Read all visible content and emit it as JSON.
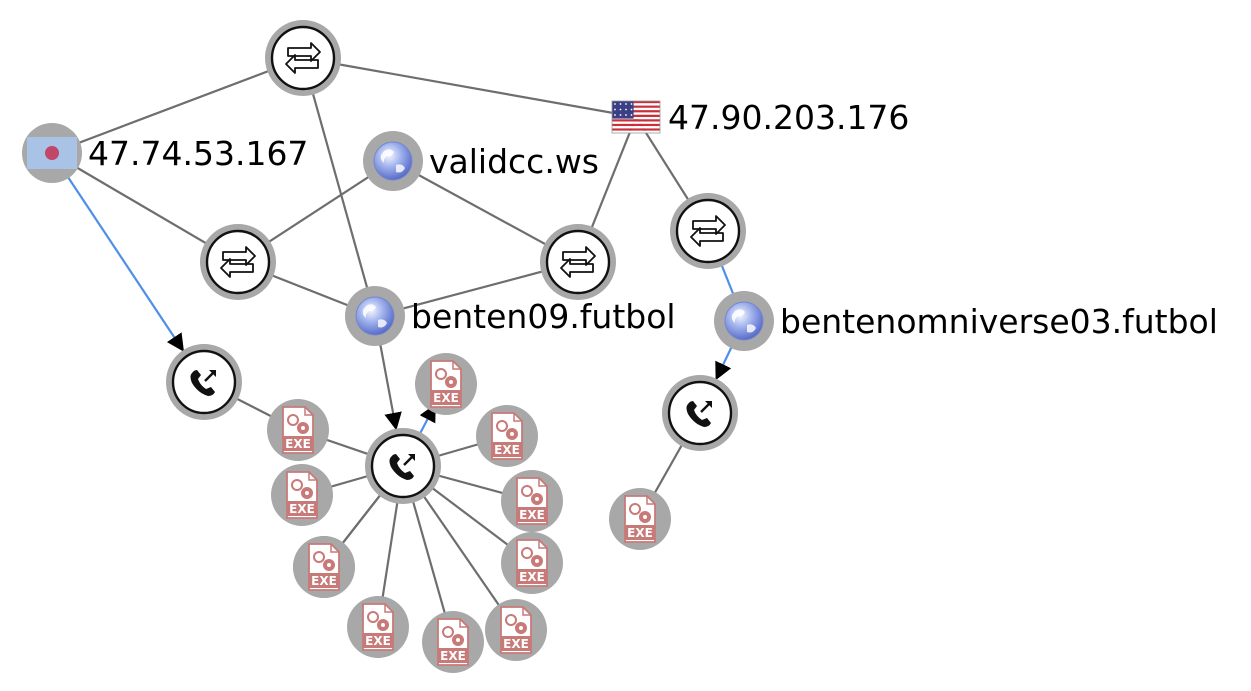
{
  "nodes": [
    {
      "id": "relay-top",
      "kind": "relay",
      "icon": "transfer-icon"
    },
    {
      "id": "ip-jp",
      "kind": "ip",
      "label": "47.74.53.167",
      "icon": "japan-flag-icon"
    },
    {
      "id": "ip-us",
      "kind": "ip",
      "label": "47.90.203.176",
      "icon": "us-flag-icon"
    },
    {
      "id": "domain-validcc",
      "kind": "domain",
      "label": "validcc.ws",
      "icon": "globe-icon"
    },
    {
      "id": "relay-left",
      "kind": "relay",
      "icon": "transfer-icon"
    },
    {
      "id": "relay-mid",
      "kind": "relay",
      "icon": "transfer-icon"
    },
    {
      "id": "relay-right",
      "kind": "relay",
      "icon": "transfer-icon"
    },
    {
      "id": "domain-benten09",
      "kind": "domain",
      "label": "benten09.futbol",
      "icon": "globe-icon"
    },
    {
      "id": "domain-bentenomniverse",
      "kind": "domain",
      "label": "bentenomniverse03.futbol",
      "icon": "globe-icon"
    },
    {
      "id": "call-left",
      "kind": "call",
      "icon": "phone-callback-icon"
    },
    {
      "id": "call-center",
      "kind": "call",
      "icon": "phone-callback-icon"
    },
    {
      "id": "call-right",
      "kind": "call",
      "icon": "phone-callback-icon"
    },
    {
      "id": "exe-1",
      "kind": "exe",
      "label": "EXE",
      "icon": "exe-file-icon"
    },
    {
      "id": "exe-2",
      "kind": "exe",
      "label": "EXE",
      "icon": "exe-file-icon"
    },
    {
      "id": "exe-3",
      "kind": "exe",
      "label": "EXE",
      "icon": "exe-file-icon"
    },
    {
      "id": "exe-4",
      "kind": "exe",
      "label": "EXE",
      "icon": "exe-file-icon"
    },
    {
      "id": "exe-5",
      "kind": "exe",
      "label": "EXE",
      "icon": "exe-file-icon"
    },
    {
      "id": "exe-6",
      "kind": "exe",
      "label": "EXE",
      "icon": "exe-file-icon"
    },
    {
      "id": "exe-7",
      "kind": "exe",
      "label": "EXE",
      "icon": "exe-file-icon"
    },
    {
      "id": "exe-8",
      "kind": "exe",
      "label": "EXE",
      "icon": "exe-file-icon"
    },
    {
      "id": "exe-9",
      "kind": "exe",
      "label": "EXE",
      "icon": "exe-file-icon"
    },
    {
      "id": "exe-10",
      "kind": "exe",
      "label": "EXE",
      "icon": "exe-file-icon"
    },
    {
      "id": "exe-11",
      "kind": "exe",
      "label": "EXE",
      "icon": "exe-file-icon"
    },
    {
      "id": "exe-12",
      "kind": "exe",
      "label": "EXE",
      "icon": "exe-file-icon"
    }
  ],
  "edges": [
    {
      "from": "relay-top",
      "to": "ip-jp",
      "style": "gray"
    },
    {
      "from": "relay-top",
      "to": "ip-us",
      "style": "gray"
    },
    {
      "from": "relay-top",
      "to": "domain-benten09",
      "style": "gray"
    },
    {
      "from": "ip-jp",
      "to": "relay-left",
      "style": "gray"
    },
    {
      "from": "ip-jp",
      "to": "call-left",
      "style": "blue",
      "arrow": true
    },
    {
      "from": "domain-validcc",
      "to": "relay-left",
      "style": "gray"
    },
    {
      "from": "domain-validcc",
      "to": "relay-mid",
      "style": "gray"
    },
    {
      "from": "relay-left",
      "to": "domain-benten09",
      "style": "gray"
    },
    {
      "from": "relay-mid",
      "to": "domain-benten09",
      "style": "gray"
    },
    {
      "from": "ip-us",
      "to": "relay-mid",
      "style": "gray"
    },
    {
      "from": "ip-us",
      "to": "relay-right",
      "style": "gray"
    },
    {
      "from": "relay-right",
      "to": "domain-bentenomniverse",
      "style": "blue"
    },
    {
      "from": "domain-bentenomniverse",
      "to": "call-right",
      "style": "blue",
      "arrow": true
    },
    {
      "from": "domain-benten09",
      "to": "call-center",
      "style": "gray",
      "arrow": true
    },
    {
      "from": "call-center",
      "to": "exe-1",
      "style": "blue",
      "arrow": true
    },
    {
      "from": "call-left",
      "to": "exe-2",
      "style": "gray"
    },
    {
      "from": "exe-2",
      "to": "call-center",
      "style": "gray"
    },
    {
      "from": "call-center",
      "to": "exe-3",
      "style": "gray"
    },
    {
      "from": "call-center",
      "to": "exe-4",
      "style": "gray"
    },
    {
      "from": "call-center",
      "to": "exe-5",
      "style": "gray"
    },
    {
      "from": "call-center",
      "to": "exe-6",
      "style": "gray"
    },
    {
      "from": "call-center",
      "to": "exe-7",
      "style": "gray"
    },
    {
      "from": "call-center",
      "to": "exe-8",
      "style": "gray"
    },
    {
      "from": "call-center",
      "to": "exe-9",
      "style": "gray"
    },
    {
      "from": "call-center",
      "to": "exe-10",
      "style": "gray"
    },
    {
      "from": "call-center",
      "to": "exe-11",
      "style": "gray"
    },
    {
      "from": "call-right",
      "to": "exe-12",
      "style": "gray"
    }
  ],
  "colors": {
    "edge_gray": "#6e6e6e",
    "edge_blue": "#4f8fe6",
    "node_ring": "#a8a8a8",
    "exe_red": "#c77a78",
    "globe_blue": "#6f86d8"
  }
}
